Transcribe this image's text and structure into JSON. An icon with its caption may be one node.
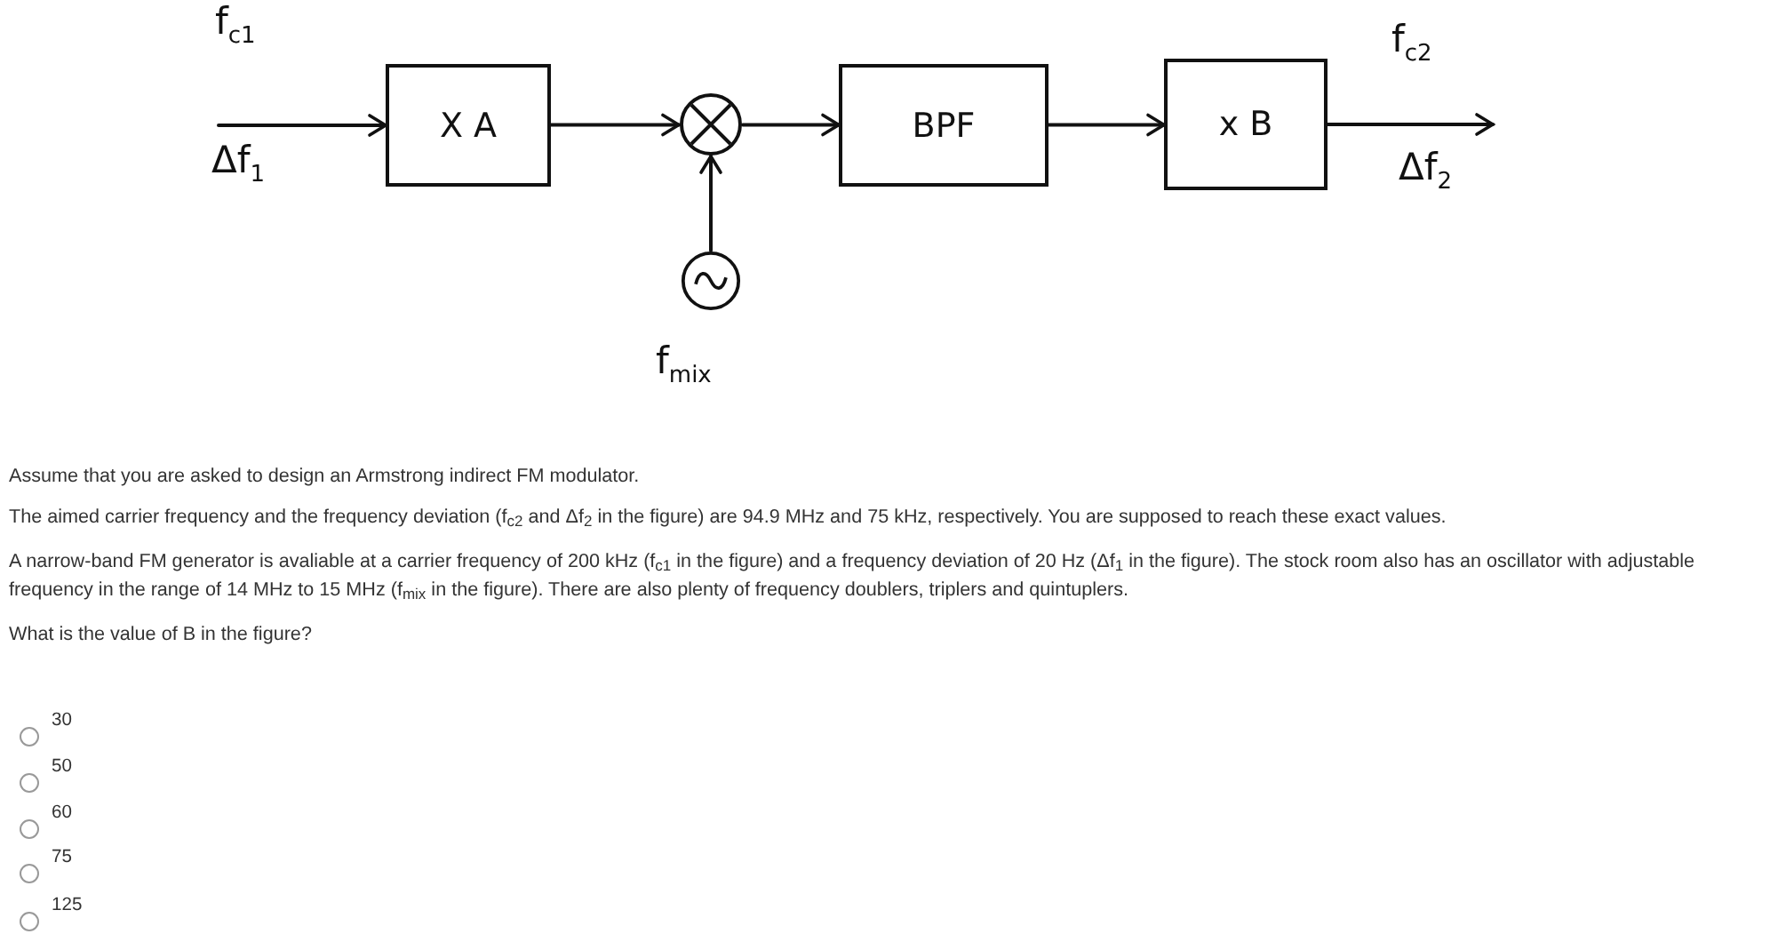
{
  "diagram": {
    "nodes": [
      {
        "text": [
          "X A"
        ]
      },
      {
        "text": [],
        "shape": "circle"
      },
      {
        "text": [
          "BPF"
        ]
      },
      {
        "text": [
          "x B"
        ]
      },
      {
        "text": [],
        "shape": "circle",
        "beside": [
          "f$_{mix}$"
        ]
      }
    ],
    "edges": [
      {
        "from": null,
        "to": 0,
        "arrow": "to"
      },
      {
        "from": 0,
        "to": 1,
        "arrow": "to"
      },
      {
        "from": 1,
        "to": 2,
        "arrow": "to"
      },
      {
        "from": 2,
        "to": 3,
        "arrow": "to"
      },
      {
        "from": 3,
        "to": null,
        "arrow": "to"
      },
      {
        "from": 4,
        "to": 1,
        "arrow": "to"
      }
    ],
    "labels": [
      "f$_{c1}$",
      "f$_{c2}$",
      "Δf$_{1}$",
      "Δf$_{2}$",
      "Assume that you are asked to design an Armstrong indirect FM modulator.",
      "The aimed carrier frequency and the frequency deviation (f$_{c2}$ and Δf$_{2}$ in the figure) are 94.9 MHz and 75 kHz, respectively. You are supposed to reach these exact values.",
      "A narrow-band FM generator is avaliable at a carrier frequency of 200 kHz (f$_{c1}$ in the figure) and a frequency deviation of 20 Hz (Δf$_{1}$ in the figure). The stock room also has an oscillator with adjustable frequency in the range of 14 MHz to 15 MHz (f$_{mix}$ in the figure). There are also plenty of frequency doublers, triplers and quintuplers.",
      "What is the value of B in the figure?",
      "30",
      "50",
      "60",
      "75",
      "125"
    ]
  }
}
